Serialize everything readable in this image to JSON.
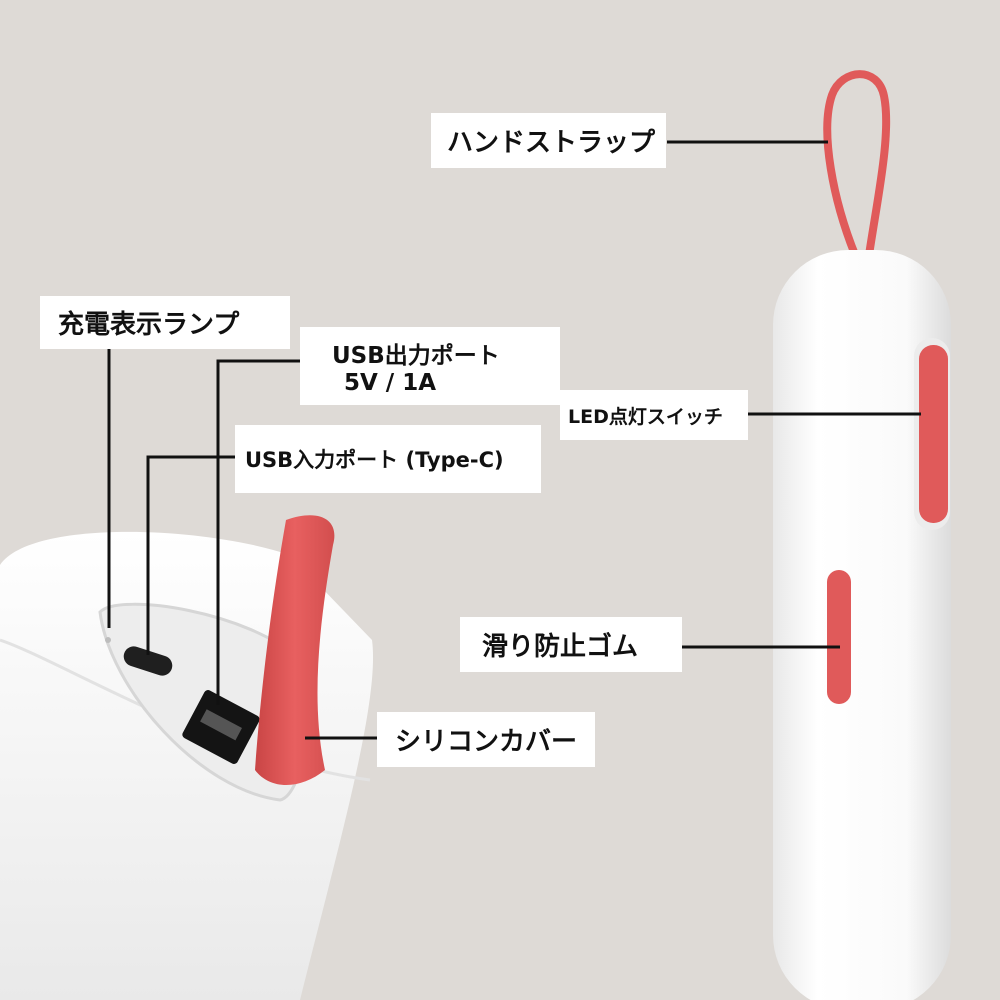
{
  "labels": {
    "hand_strap": "ハンドストラップ",
    "charge_lamp": "充電表示ランプ",
    "usb_output_line1": "USB出力ポート",
    "usb_output_line2": "5V / 1A",
    "usb_input": "USB入力ポート (Type-C)",
    "led_switch": "LED点灯スイッチ",
    "anti_slip": "滑り防止ゴム",
    "silicone_cover": "シリコンカバー"
  },
  "colors": {
    "background": "#dedad6",
    "body_white": "#f7f7f7",
    "accent_red": "#e05a5a",
    "label_bg": "#ffffff",
    "leader_line": "#111111"
  }
}
